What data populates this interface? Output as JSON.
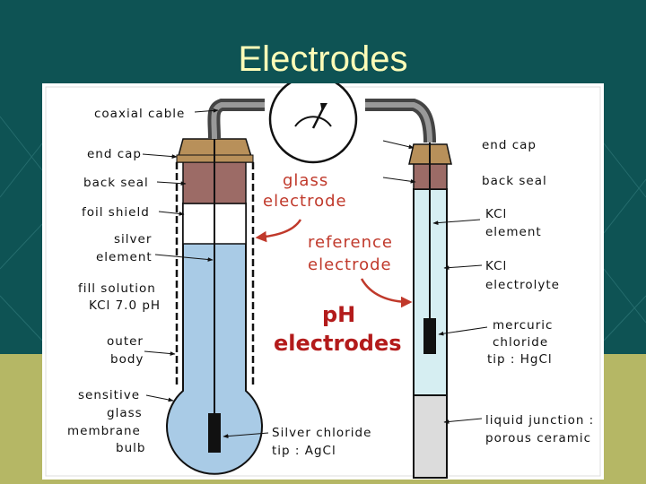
{
  "slide": {
    "title": "Electrodes"
  },
  "labels": {
    "coaxial_cable": "coaxial cable",
    "end_cap_left": "end cap",
    "back_seal_left": "back seal",
    "foil_shield": "foil shield",
    "silver_element": [
      "silver",
      "element"
    ],
    "fill_solution": [
      "fill solution",
      "KCl 7.0 pH"
    ],
    "outer_body": [
      "outer",
      "body"
    ],
    "sensitive_membrane": [
      "sensitive",
      "glass",
      "membrane",
      "bulb"
    ],
    "end_cap_right": "end cap",
    "back_seal_right": "back seal",
    "kcl_element": [
      "KCl",
      "element"
    ],
    "kcl_electrolyte": [
      "KCl",
      "electrolyte"
    ],
    "mercuric_chloride": [
      "mercuric",
      "chloride",
      "tip : HgCl"
    ],
    "liquid_junction": [
      "liquid junction :",
      "porous ceramic"
    ],
    "silver_chloride": [
      "Silver chloride",
      "tip : AgCl"
    ]
  },
  "callouts": {
    "glass_electrode": [
      "glass",
      "electrode"
    ],
    "reference_electrode": [
      "reference",
      "electrode"
    ],
    "ph_electrodes": [
      "pH",
      "electrodes"
    ]
  },
  "colors": {
    "background": "#0e5354",
    "title": "#fdfcb8",
    "panel": "#ffffff",
    "callout": "#c0392b",
    "glass_fill": "#a9cbe6",
    "ref_fill": "#d6eef2",
    "cap": "#b8905a",
    "seal": "#9c6b66",
    "floor": "#b5b765"
  }
}
